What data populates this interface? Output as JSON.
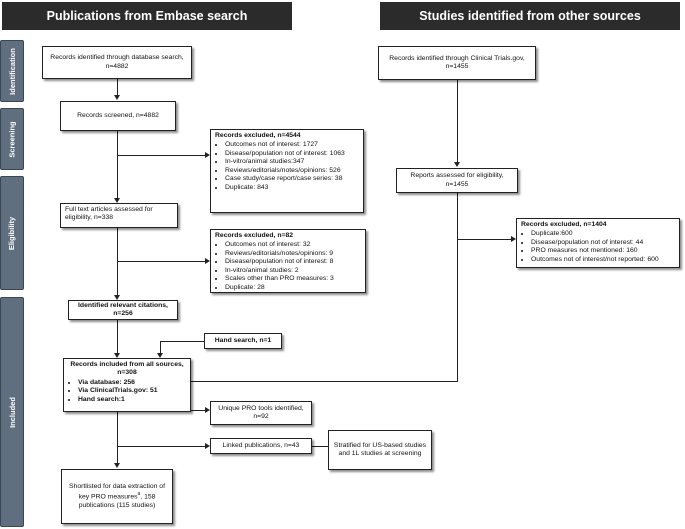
{
  "headers": {
    "left": "Publications from Embase search",
    "right": "Studies identified from other sources"
  },
  "phases": {
    "identification": "Identification",
    "screening": "Screening",
    "eligibility": "Eligibility",
    "included": "Included"
  },
  "boxes": {
    "db_records": "Records identified through database search, n=4882",
    "clinical_records": "Records identified through Clinical Trials.gov, n=1455",
    "screened": "Records screened, n=4882",
    "excluded1": {
      "title": "Records excluded, n=4544",
      "items": [
        "Outcomes not of interest: 1727",
        "Disease/population not of interest: 1063",
        "In-vitro/animal studies:347",
        "Reviews/editorials/notes/opinions: 526",
        "Case study/case report/case series: 38",
        "Duplicate: 843"
      ]
    },
    "reports_eligibility": "Reports assessed for eligibility, n=1455",
    "fulltext": "Full text articles assessed for eligibility, n=338",
    "excluded2": {
      "title": "Records excluded, n=82",
      "items": [
        "Outcomes not of interest: 32",
        "Reviews/editorials/notes/opinions: 9",
        "Disease/population not of interest: 8",
        "In-vitro/animal studies: 2",
        "Scales other than PRO measures: 3",
        "Duplicate: 28"
      ]
    },
    "excluded3": {
      "title": "Records excluded, n=1404",
      "items": [
        "Duplicate:600",
        "Disease/population not of interest: 44",
        "PRO measures not mentioned: 160",
        "Outcomes not of interest/not reported: 600"
      ]
    },
    "relevant_citations": "Identified relevant citations, n=256",
    "hand_search": "Hand search, n=1",
    "included_all": {
      "title": "Records included from all sources, n=308",
      "items": [
        "Via database: 256",
        "Via ClinicalTrials.gov: 51",
        "Hand search:1"
      ]
    },
    "unique_pro": "Unique PRO tools identified, n=92",
    "linked_pubs": "Linked publications, n=43",
    "stratified": "Stratified for US-based studies and 1L studies at screening",
    "shortlisted_1": "Shortlisted for data extraction of key PRO measures",
    "shortlisted_sup": "a",
    "shortlisted_2": ", 158 publications (115 studies)"
  }
}
